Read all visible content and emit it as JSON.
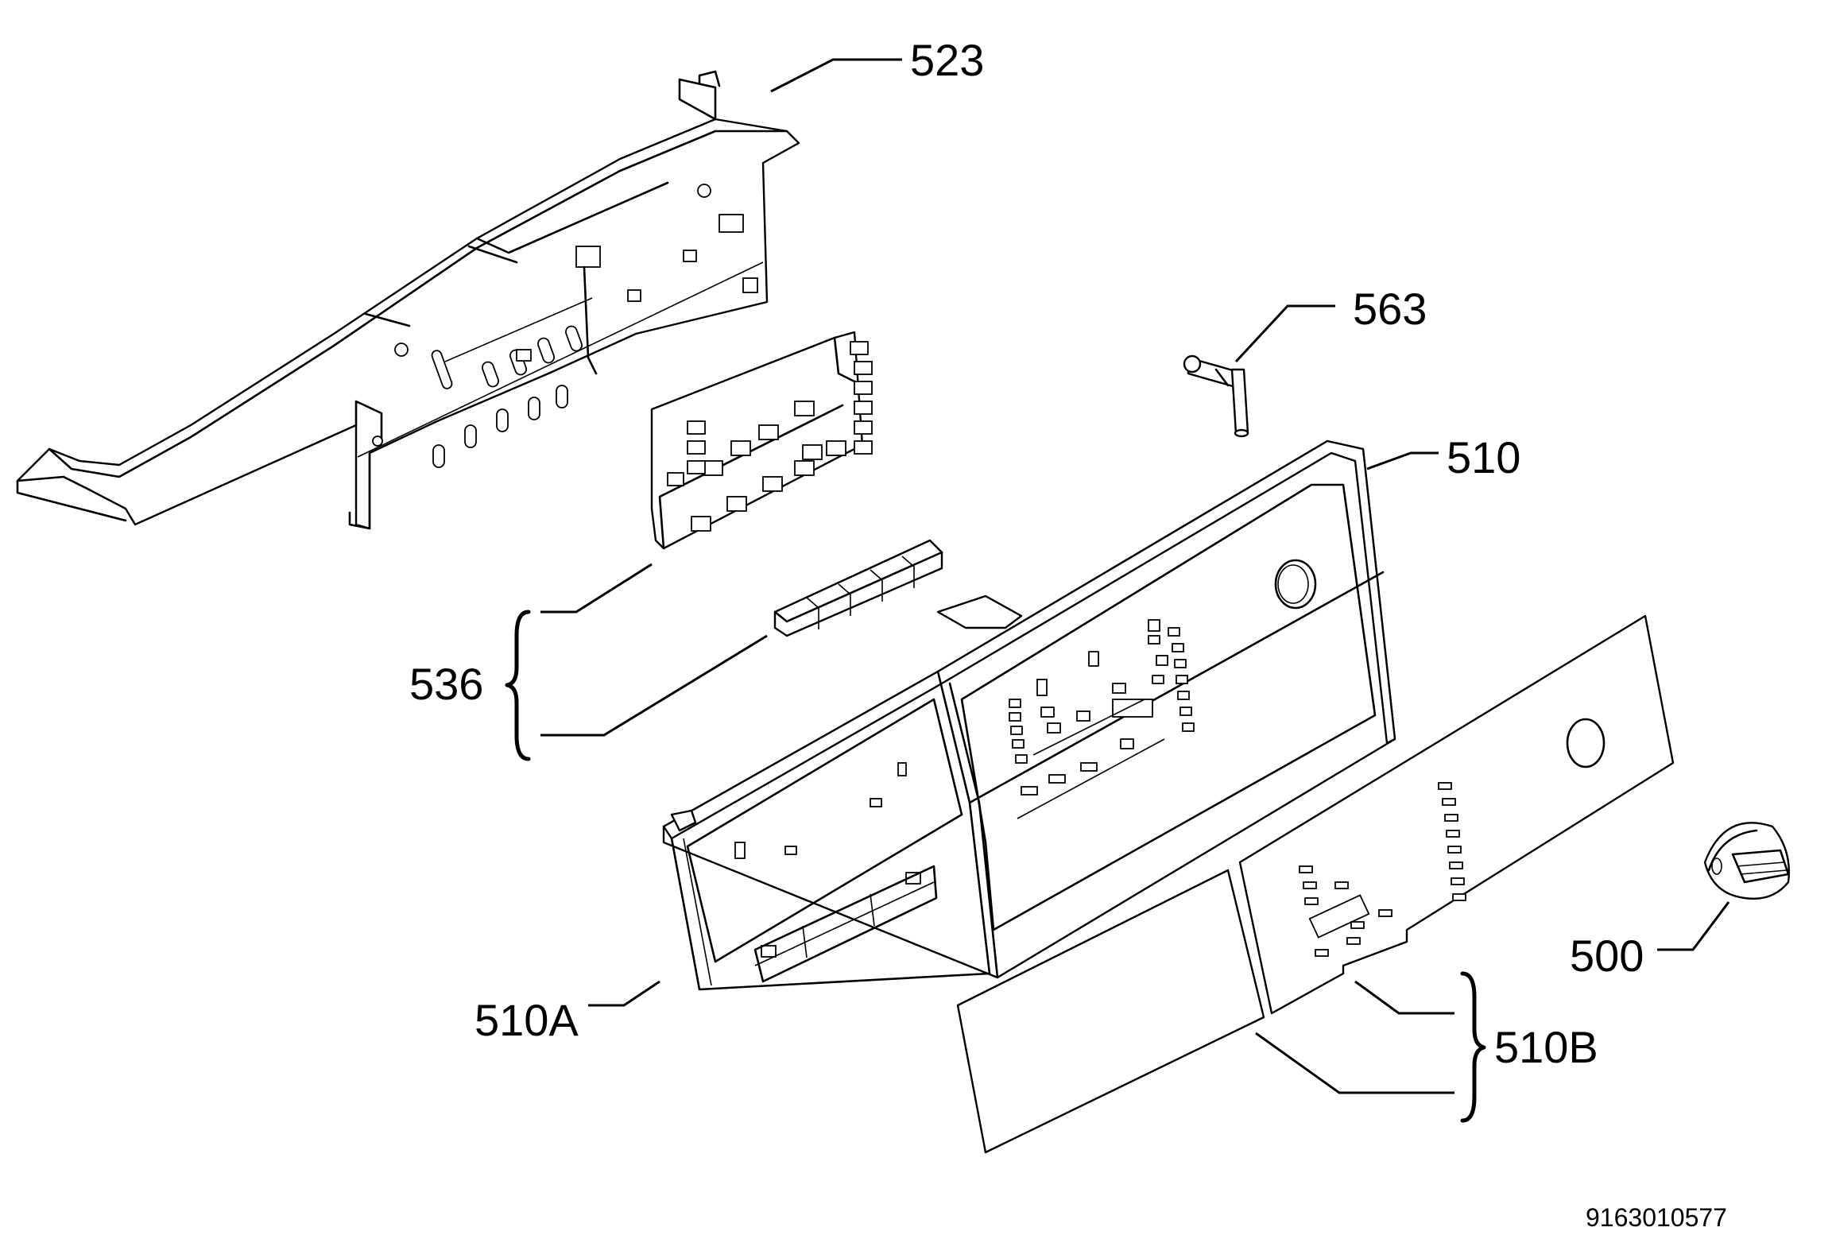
{
  "diagram": {
    "labels": {
      "part_523": "523",
      "part_563": "563",
      "part_510": "510",
      "part_536": "536",
      "part_510A": "510A",
      "part_500": "500",
      "part_510B": "510B"
    },
    "drawing_code": "9163010577"
  }
}
